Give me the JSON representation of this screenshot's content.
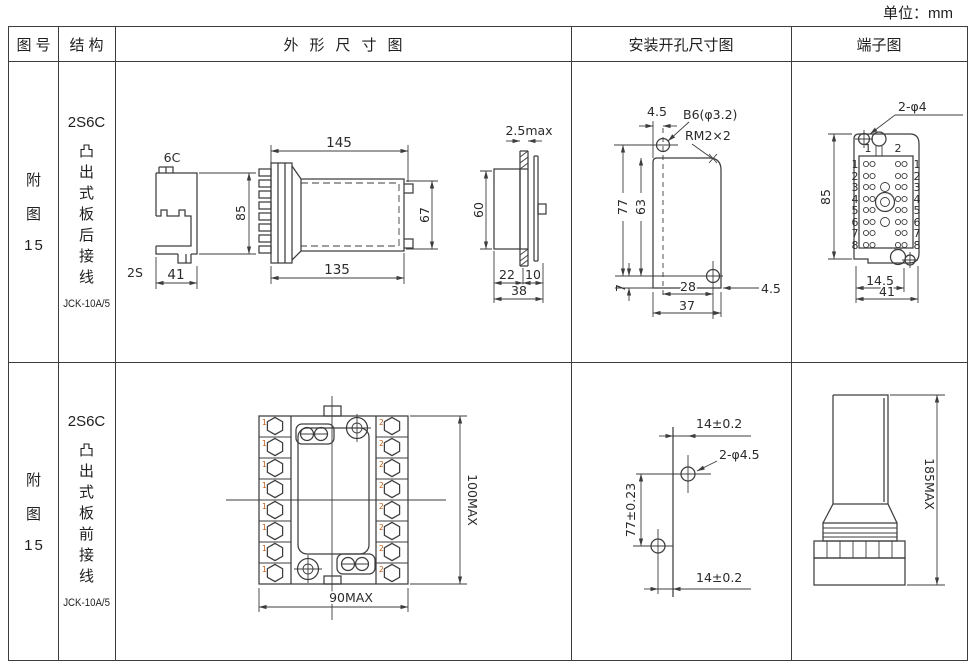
{
  "unit_label": "单位：mm",
  "headers": {
    "fig_no": "图号",
    "structure": "结构",
    "outline": "外形尺寸图",
    "mounting": "安装开孔尺寸图",
    "terminal": "端子图"
  },
  "rows": [
    {
      "fig_parts": [
        "附",
        "图",
        "15"
      ],
      "model": "2S6C",
      "mount_type": "凸出式板后接线",
      "code": "JCK-10A/5",
      "outline": {
        "profile_top": "6C",
        "profile_side": "2S",
        "h": "85",
        "w": "41",
        "len_total": "145",
        "len_body": "135",
        "body_h": "67",
        "panel_max": "2.5max",
        "cutout_h": "60",
        "d22": "22",
        "d10": "10",
        "d38": "38"
      },
      "mounting": {
        "offset_top": "4.5",
        "hole": "B6(φ3.2)",
        "thread": "RM2×2",
        "h_total": "77",
        "h_inner": "63",
        "h_bottom": "7",
        "w_inner": "28",
        "offset_right": "4.5",
        "w_total": "37"
      },
      "terminal": {
        "holes": "2-φ4",
        "h": "85",
        "w_inner": "14.5",
        "w_total": "41",
        "col_left": "1",
        "col_right": "2",
        "pins": [
          "1",
          "2",
          "3",
          "4",
          "5",
          "6",
          "7",
          "8"
        ]
      }
    },
    {
      "fig_parts": [
        "附",
        "图",
        "15"
      ],
      "model": "2S6C",
      "mount_type": "凸出式板前接线",
      "code": "JCK-10A/5",
      "outline": {
        "h_max": "100MAX",
        "w_max": "90MAX",
        "col_left": "1",
        "col_right": "2"
      },
      "mounting": {
        "offset_top": "14±0.2",
        "holes": "2-φ4.5",
        "spacing": "77±0.23",
        "offset_bottom": "14±0.2"
      },
      "terminal": {
        "h_max": "185MAX"
      }
    }
  ]
}
